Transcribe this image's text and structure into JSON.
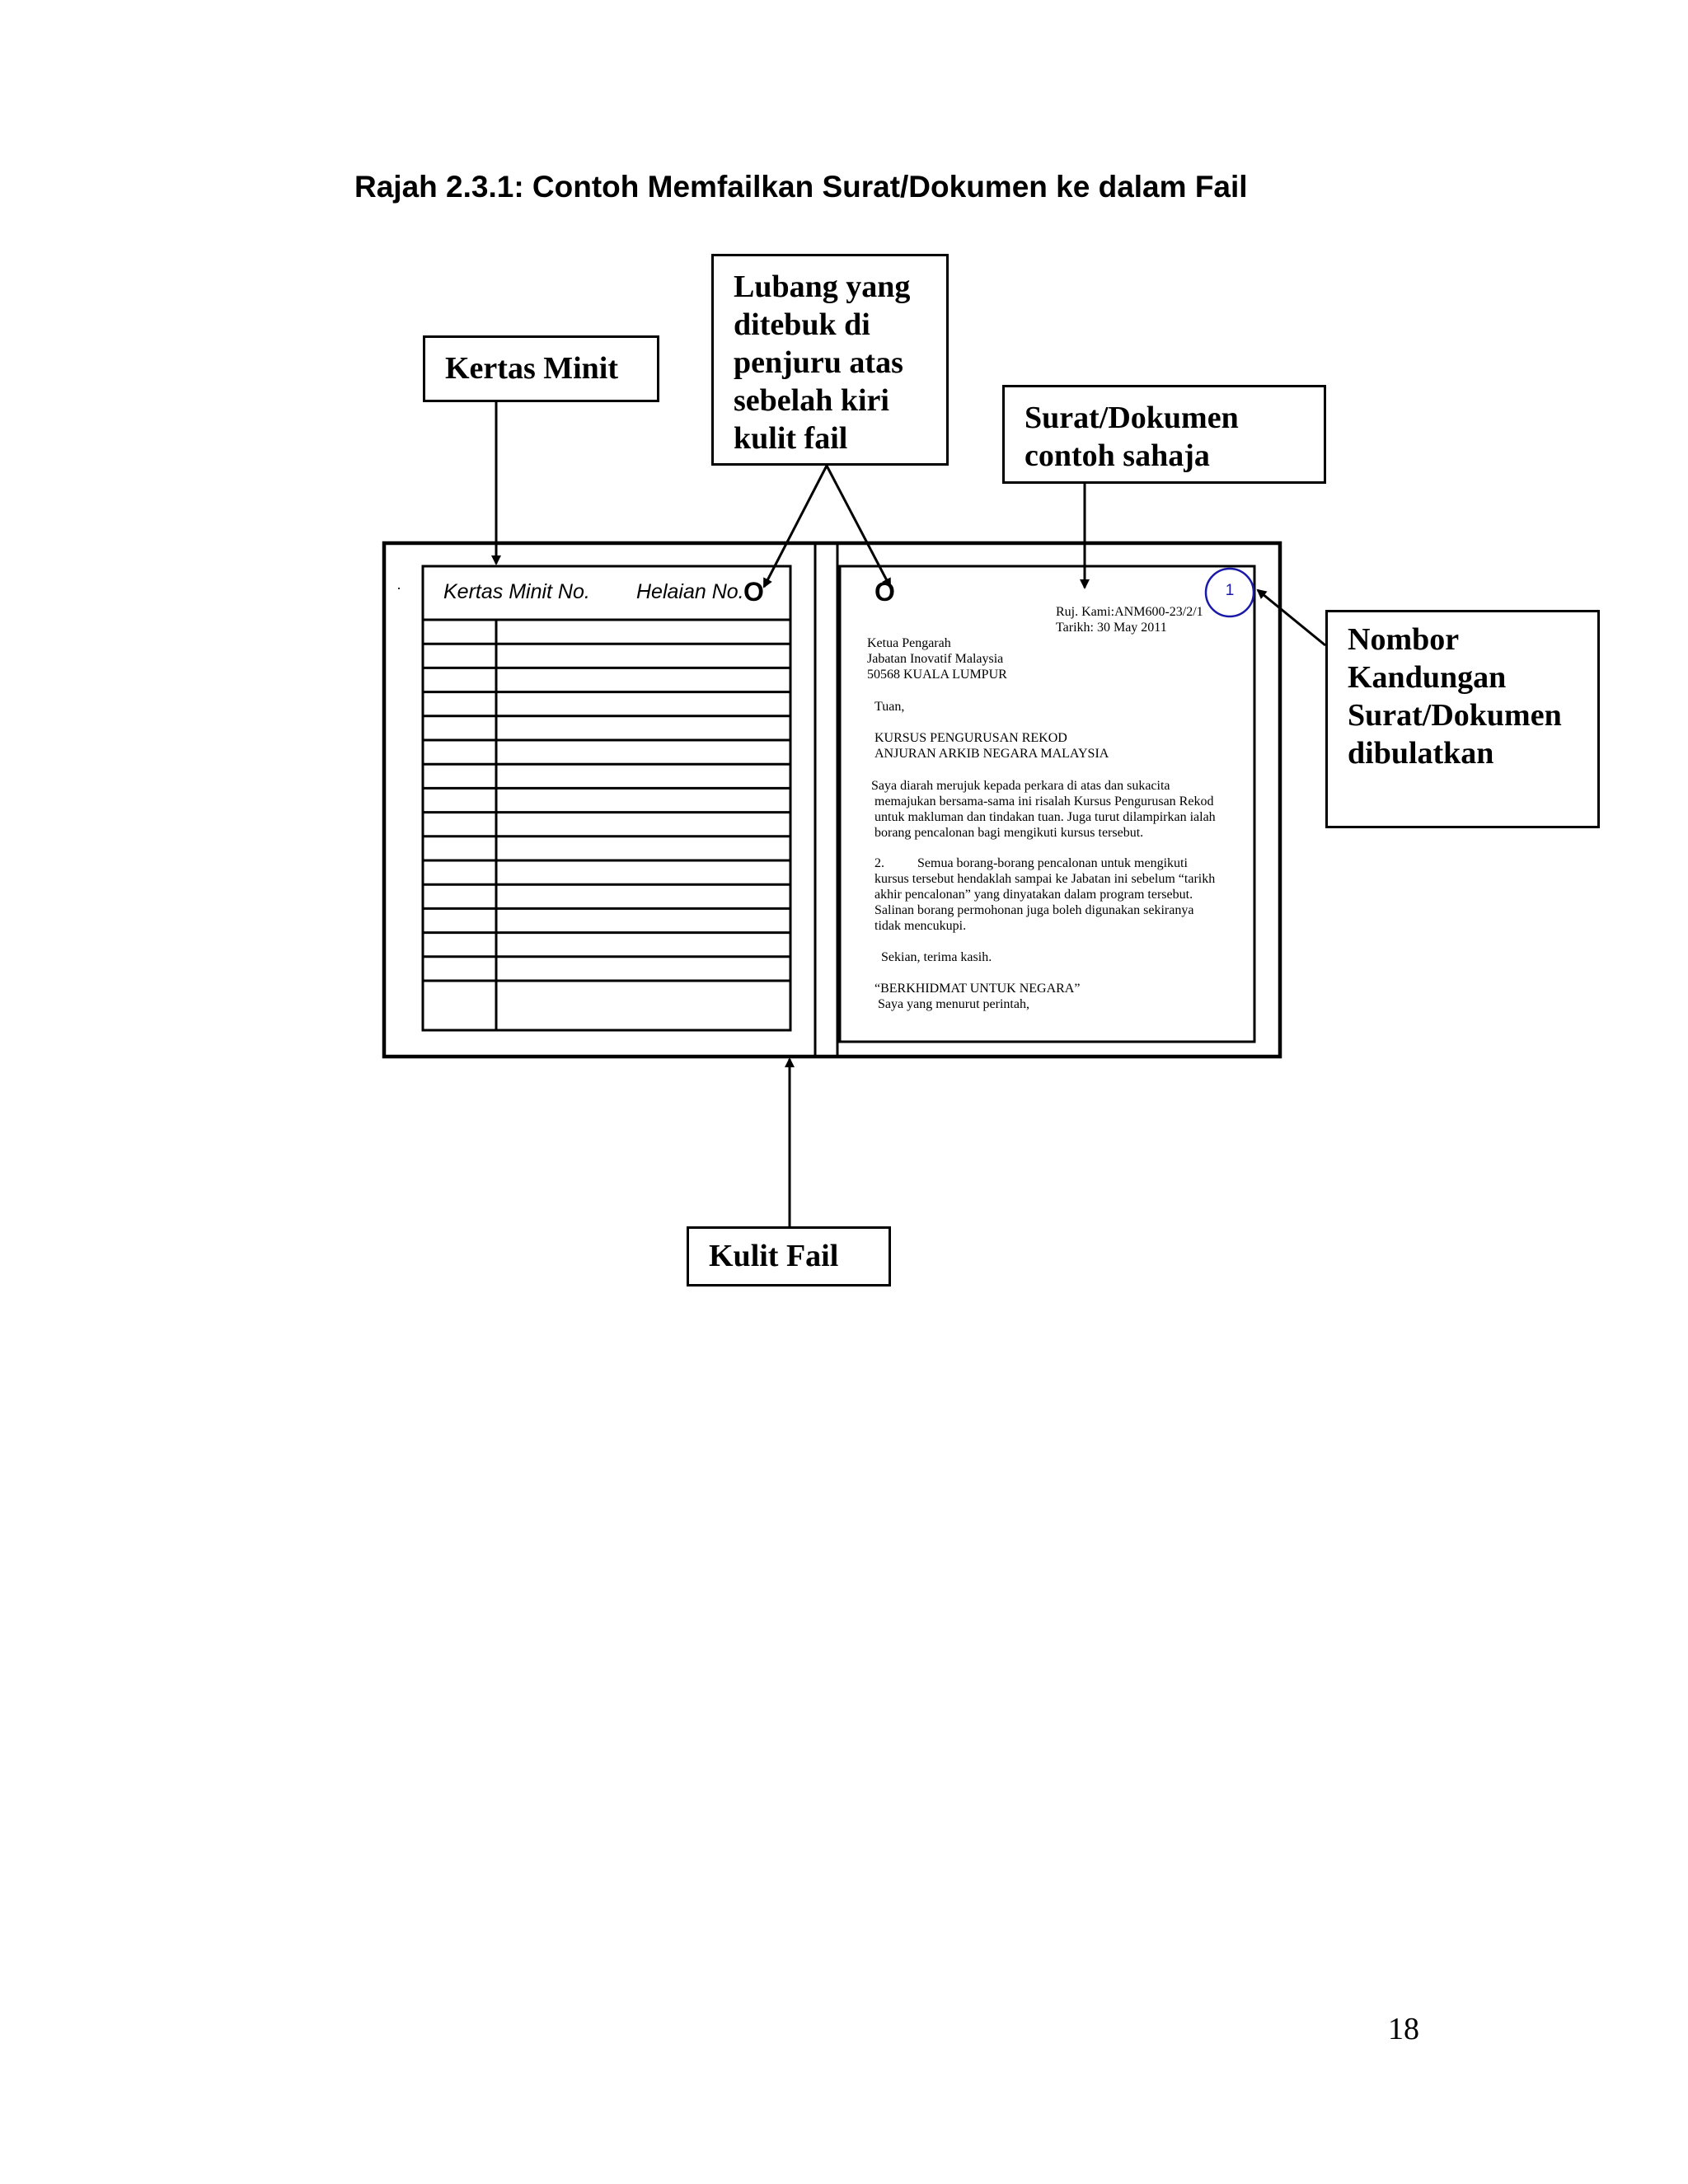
{
  "title": "Rajah 2.3.1: Contoh Memfailkan Surat/Dokumen ke dalam Fail",
  "callouts": {
    "kertas_minit": [
      "Kertas Minit"
    ],
    "lubang": [
      "Lubang  yang",
      "ditebuk di",
      "penjuru atas",
      "sebelah kiri",
      "kulit fail"
    ],
    "surat_dokumen": [
      "Surat/Dokumen",
      "contoh sahaja"
    ],
    "nombor_kandungan": [
      "Nombor",
      "Kandungan",
      "Surat/Dokumen",
      "dibulatkan"
    ],
    "kulit_fail": [
      "Kulit Fail"
    ]
  },
  "minit_sheet": {
    "dot": "·",
    "no_label": "Kertas Minit No.",
    "helaian_label": "Helaian No.",
    "hole_mark": "O"
  },
  "letter": {
    "hole_mark": "O",
    "content_number": "1",
    "ref": "Ruj. Kami:ANM600-23/2/1",
    "date": "Tarikh:   30 May 2011",
    "address": [
      "Ketua Pengarah",
      "Jabatan Inovatif Malaysia",
      "50568 KUALA LUMPUR"
    ],
    "salutation": "Tuan,",
    "subject": [
      "KURSUS PENGURUSAN REKOD",
      "ANJURAN ARKIB NEGARA MALAYSIA"
    ],
    "para1": [
      "Saya diarah merujuk kepada perkara di atas dan sukacita",
      "memajukan bersama-sama ini risalah Kursus Pengurusan Rekod",
      "untuk makluman dan tindakan tuan. Juga turut dilampirkan ialah",
      "borang pencalonan bagi mengikuti kursus tersebut."
    ],
    "para2": [
      "2.          Semua borang-borang pencalonan untuk mengikuti",
      "kursus  tersebut hendaklah sampai ke Jabatan ini sebelum “tarikh",
      "akhir pencalonan” yang dinyatakan dalam program tersebut.",
      "Salinan borang permohonan juga boleh digunakan sekiranya",
      "tidak mencukupi."
    ],
    "closing": "Sekian, terima kasih.",
    "motto": "“BERKHIDMAT UNTUK NEGARA”",
    "sign_off": "Saya yang menurut perintah,"
  },
  "page_number": "18"
}
